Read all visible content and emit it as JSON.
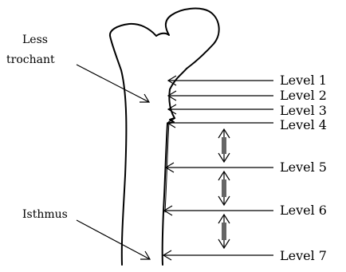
{
  "labels": {
    "less_trochant_line1": "Less",
    "less_trochant_line2": "trochant",
    "isthmus": "Isthmus"
  },
  "levels": [
    {
      "label": "Level 1"
    },
    {
      "label": "Level 2"
    },
    {
      "label": "Level 3"
    },
    {
      "label": "Level 4"
    },
    {
      "label": "Level 5"
    },
    {
      "label": "Level 6"
    },
    {
      "label": "Level 7"
    }
  ],
  "colors": {
    "stroke": "#000000",
    "background": "#ffffff"
  }
}
